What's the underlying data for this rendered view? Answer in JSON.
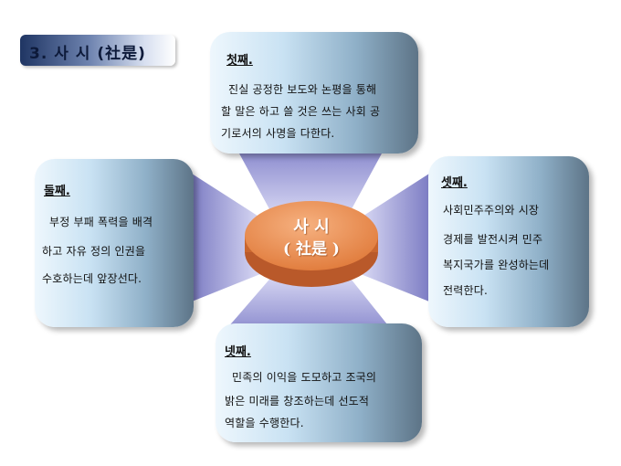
{
  "heading": "3. 사 시 (社是)",
  "center": {
    "line1": "사 시",
    "line2": "( 社是 )"
  },
  "cards": {
    "top": {
      "title": "첫째.",
      "lines": [
        "진실 공정한 보도와 논평을 통해",
        "할 말은 하고 쓸 것은 쓰는 사회 공",
        "기로서의 사명을 다한다."
      ]
    },
    "left": {
      "title": "둘째.",
      "lines": [
        "부정 부패 폭력을 배격",
        "하고 자유 정의 인권을",
        "수호하는데 앞장선다."
      ]
    },
    "right": {
      "title": "셋째.",
      "lines": [
        "사회민주주의와 시장",
        "경제를 발전시켜 민주",
        "복지국가를 완성하는데",
        "전력한다."
      ]
    },
    "bottom": {
      "title": "넷째.",
      "lines": [
        "민족의 이익을 도모하고 조국의",
        "밝은 미래를 창조하는데 선도적",
        "역할을 수행한다."
      ]
    }
  },
  "colors": {
    "disc": "#e8894a",
    "connector": "#a9a9dd",
    "heading_bg": "#3b4f7d"
  }
}
